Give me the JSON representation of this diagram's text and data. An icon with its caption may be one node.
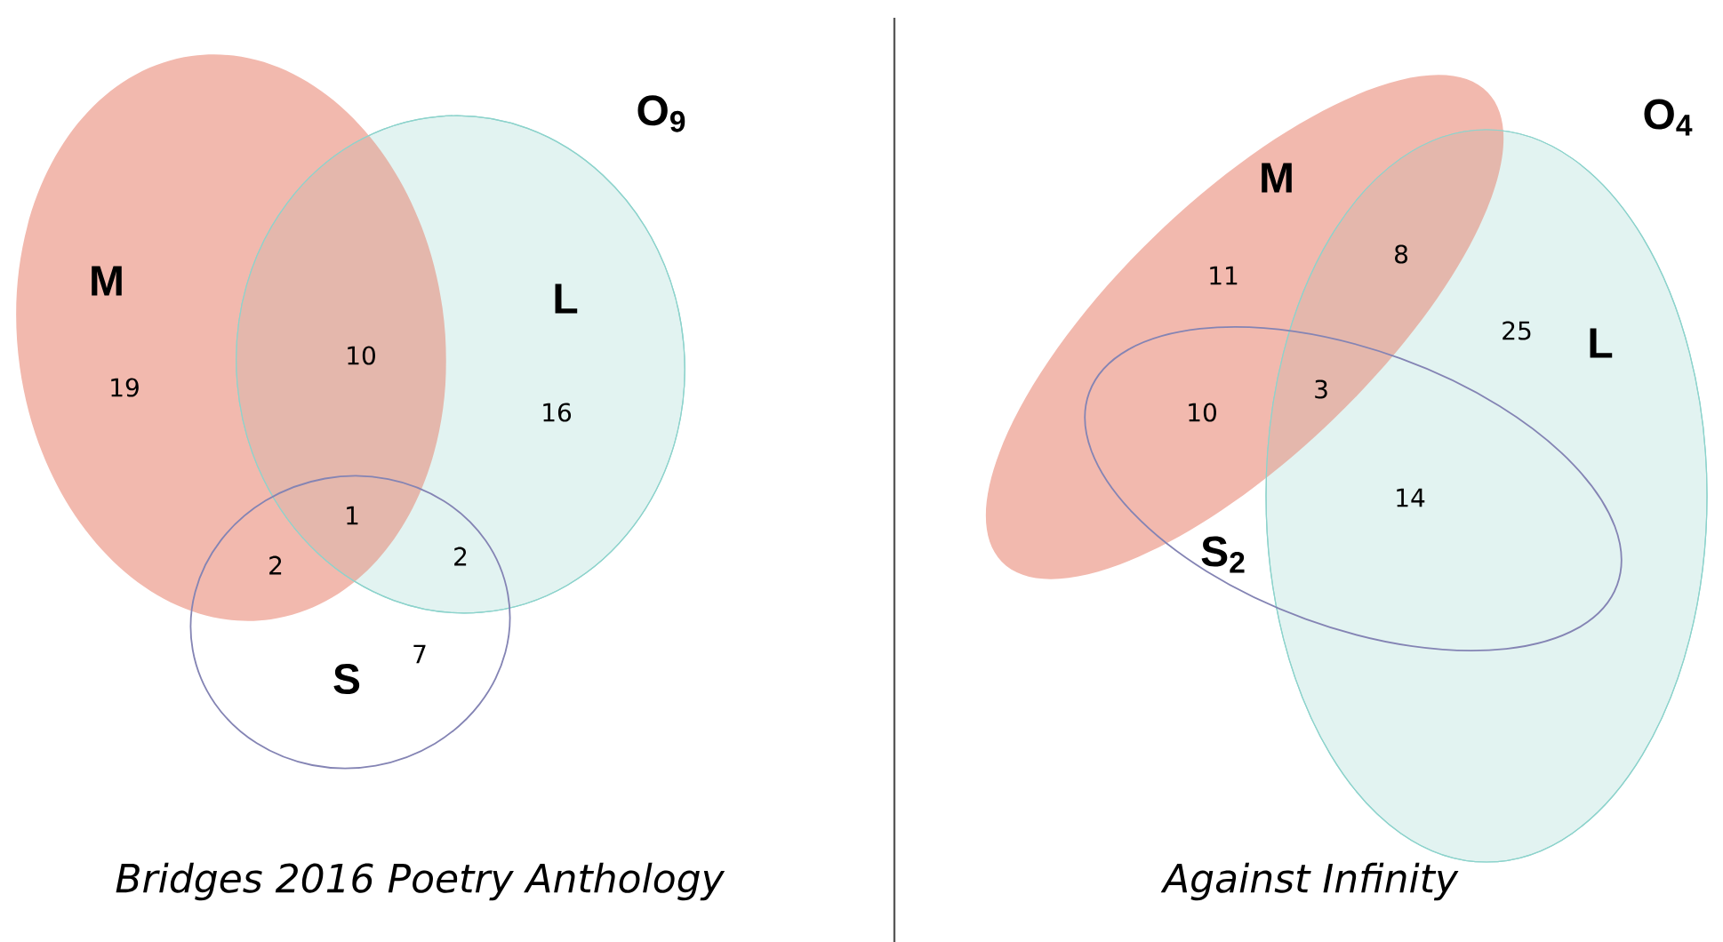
{
  "diagram": {
    "nodes": [
      {
        "text": [
          "M"
        ]
      },
      {
        "text": [
          "L"
        ]
      },
      {
        "text": [
          "S"
        ]
      },
      {
        "text": [
          "M"
        ]
      },
      {
        "text": [
          "L"
        ]
      },
      {
        "text": [
          "S$_{2}$"
        ]
      }
    ],
    "edges": [],
    "labels": [
      "O$_{9}$",
      "19",
      "10",
      "16",
      "1",
      "2",
      "2",
      "7",
      "O$_{4}$",
      "11",
      "8",
      "25",
      "10",
      "3",
      "14",
      "Bridges 2016 Poetry Anthology",
      "Against Infinity"
    ]
  }
}
